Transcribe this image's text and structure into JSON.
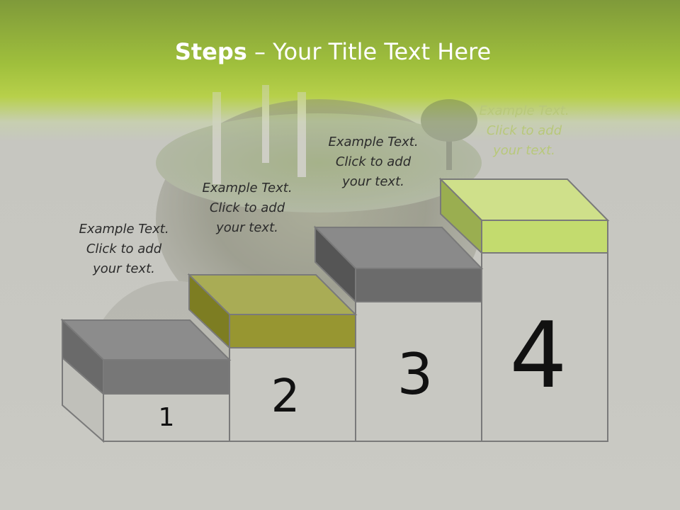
{
  "title": {
    "bold": "Steps",
    "rest": " – Your Title Text Here"
  },
  "steps": [
    {
      "number": "1",
      "lines": [
        "Example Text.",
        "Click  to add",
        "your text."
      ]
    },
    {
      "number": "2",
      "lines": [
        "Example Text.",
        "Click  to add",
        "your text."
      ]
    },
    {
      "number": "3",
      "lines": [
        "Example Text.",
        "Click  to add",
        "your text."
      ]
    },
    {
      "number": "4",
      "lines": [
        "Example Text.",
        "Click  to add",
        "your text."
      ]
    }
  ],
  "colors": {
    "block_gray_top": "#8c8c8c",
    "block_gray_side": "#6a6a6a",
    "block_olive_top": "#a9ac55",
    "block_olive_side": "#7d7d22",
    "block_green_top": "#cfe08a",
    "block_green_side": "#9aae50",
    "column_stroke": "#7a7a7a"
  }
}
